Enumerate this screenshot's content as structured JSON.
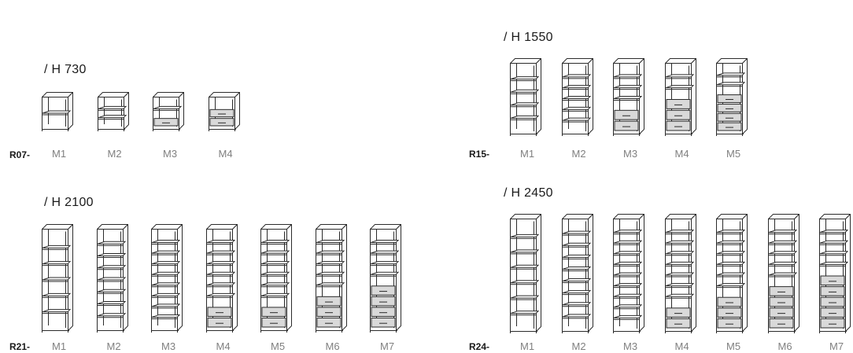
{
  "groups": [
    {
      "id": "h730",
      "title": "/ H 730",
      "code": "R07-",
      "units": [
        {
          "label": "M1",
          "shelves": 1,
          "drawers": 0
        },
        {
          "label": "M2",
          "shelves": 2,
          "drawers": 0
        },
        {
          "label": "M3",
          "shelves": 1,
          "drawers": 1
        },
        {
          "label": "M4",
          "shelves": 0,
          "drawers": 2
        }
      ]
    },
    {
      "id": "h1550",
      "title": "/ H 1550",
      "code": "R15-",
      "units": [
        {
          "label": "M1",
          "shelves": 4,
          "drawers": 0
        },
        {
          "label": "M2",
          "shelves": 5,
          "drawers": 0
        },
        {
          "label": "M3",
          "shelves": 3,
          "drawers": 2
        },
        {
          "label": "M4",
          "shelves": 2,
          "drawers": 3
        },
        {
          "label": "M5",
          "shelves": 2,
          "drawers": 4
        }
      ]
    },
    {
      "id": "h2100",
      "title": "/ H 2100",
      "code": "R21-",
      "units": [
        {
          "label": "M1",
          "shelves": 5,
          "drawers": 0
        },
        {
          "label": "M2",
          "shelves": 7,
          "drawers": 0
        },
        {
          "label": "M3",
          "shelves": 8,
          "drawers": 0
        },
        {
          "label": "M4",
          "shelves": 6,
          "drawers": 2
        },
        {
          "label": "M5",
          "shelves": 6,
          "drawers": 2
        },
        {
          "label": "M6",
          "shelves": 5,
          "drawers": 3
        },
        {
          "label": "M7",
          "shelves": 4,
          "drawers": 4
        }
      ]
    },
    {
      "id": "h2450",
      "title": "/ H 2450",
      "code": "R24-",
      "units": [
        {
          "label": "M1",
          "shelves": 6,
          "drawers": 0
        },
        {
          "label": "M2",
          "shelves": 8,
          "drawers": 0
        },
        {
          "label": "M3",
          "shelves": 9,
          "drawers": 0
        },
        {
          "label": "M4",
          "shelves": 7,
          "drawers": 2
        },
        {
          "label": "M5",
          "shelves": 6,
          "drawers": 3
        },
        {
          "label": "M6",
          "shelves": 5,
          "drawers": 4
        },
        {
          "label": "M7",
          "shelves": 4,
          "drawers": 5
        }
      ]
    }
  ]
}
